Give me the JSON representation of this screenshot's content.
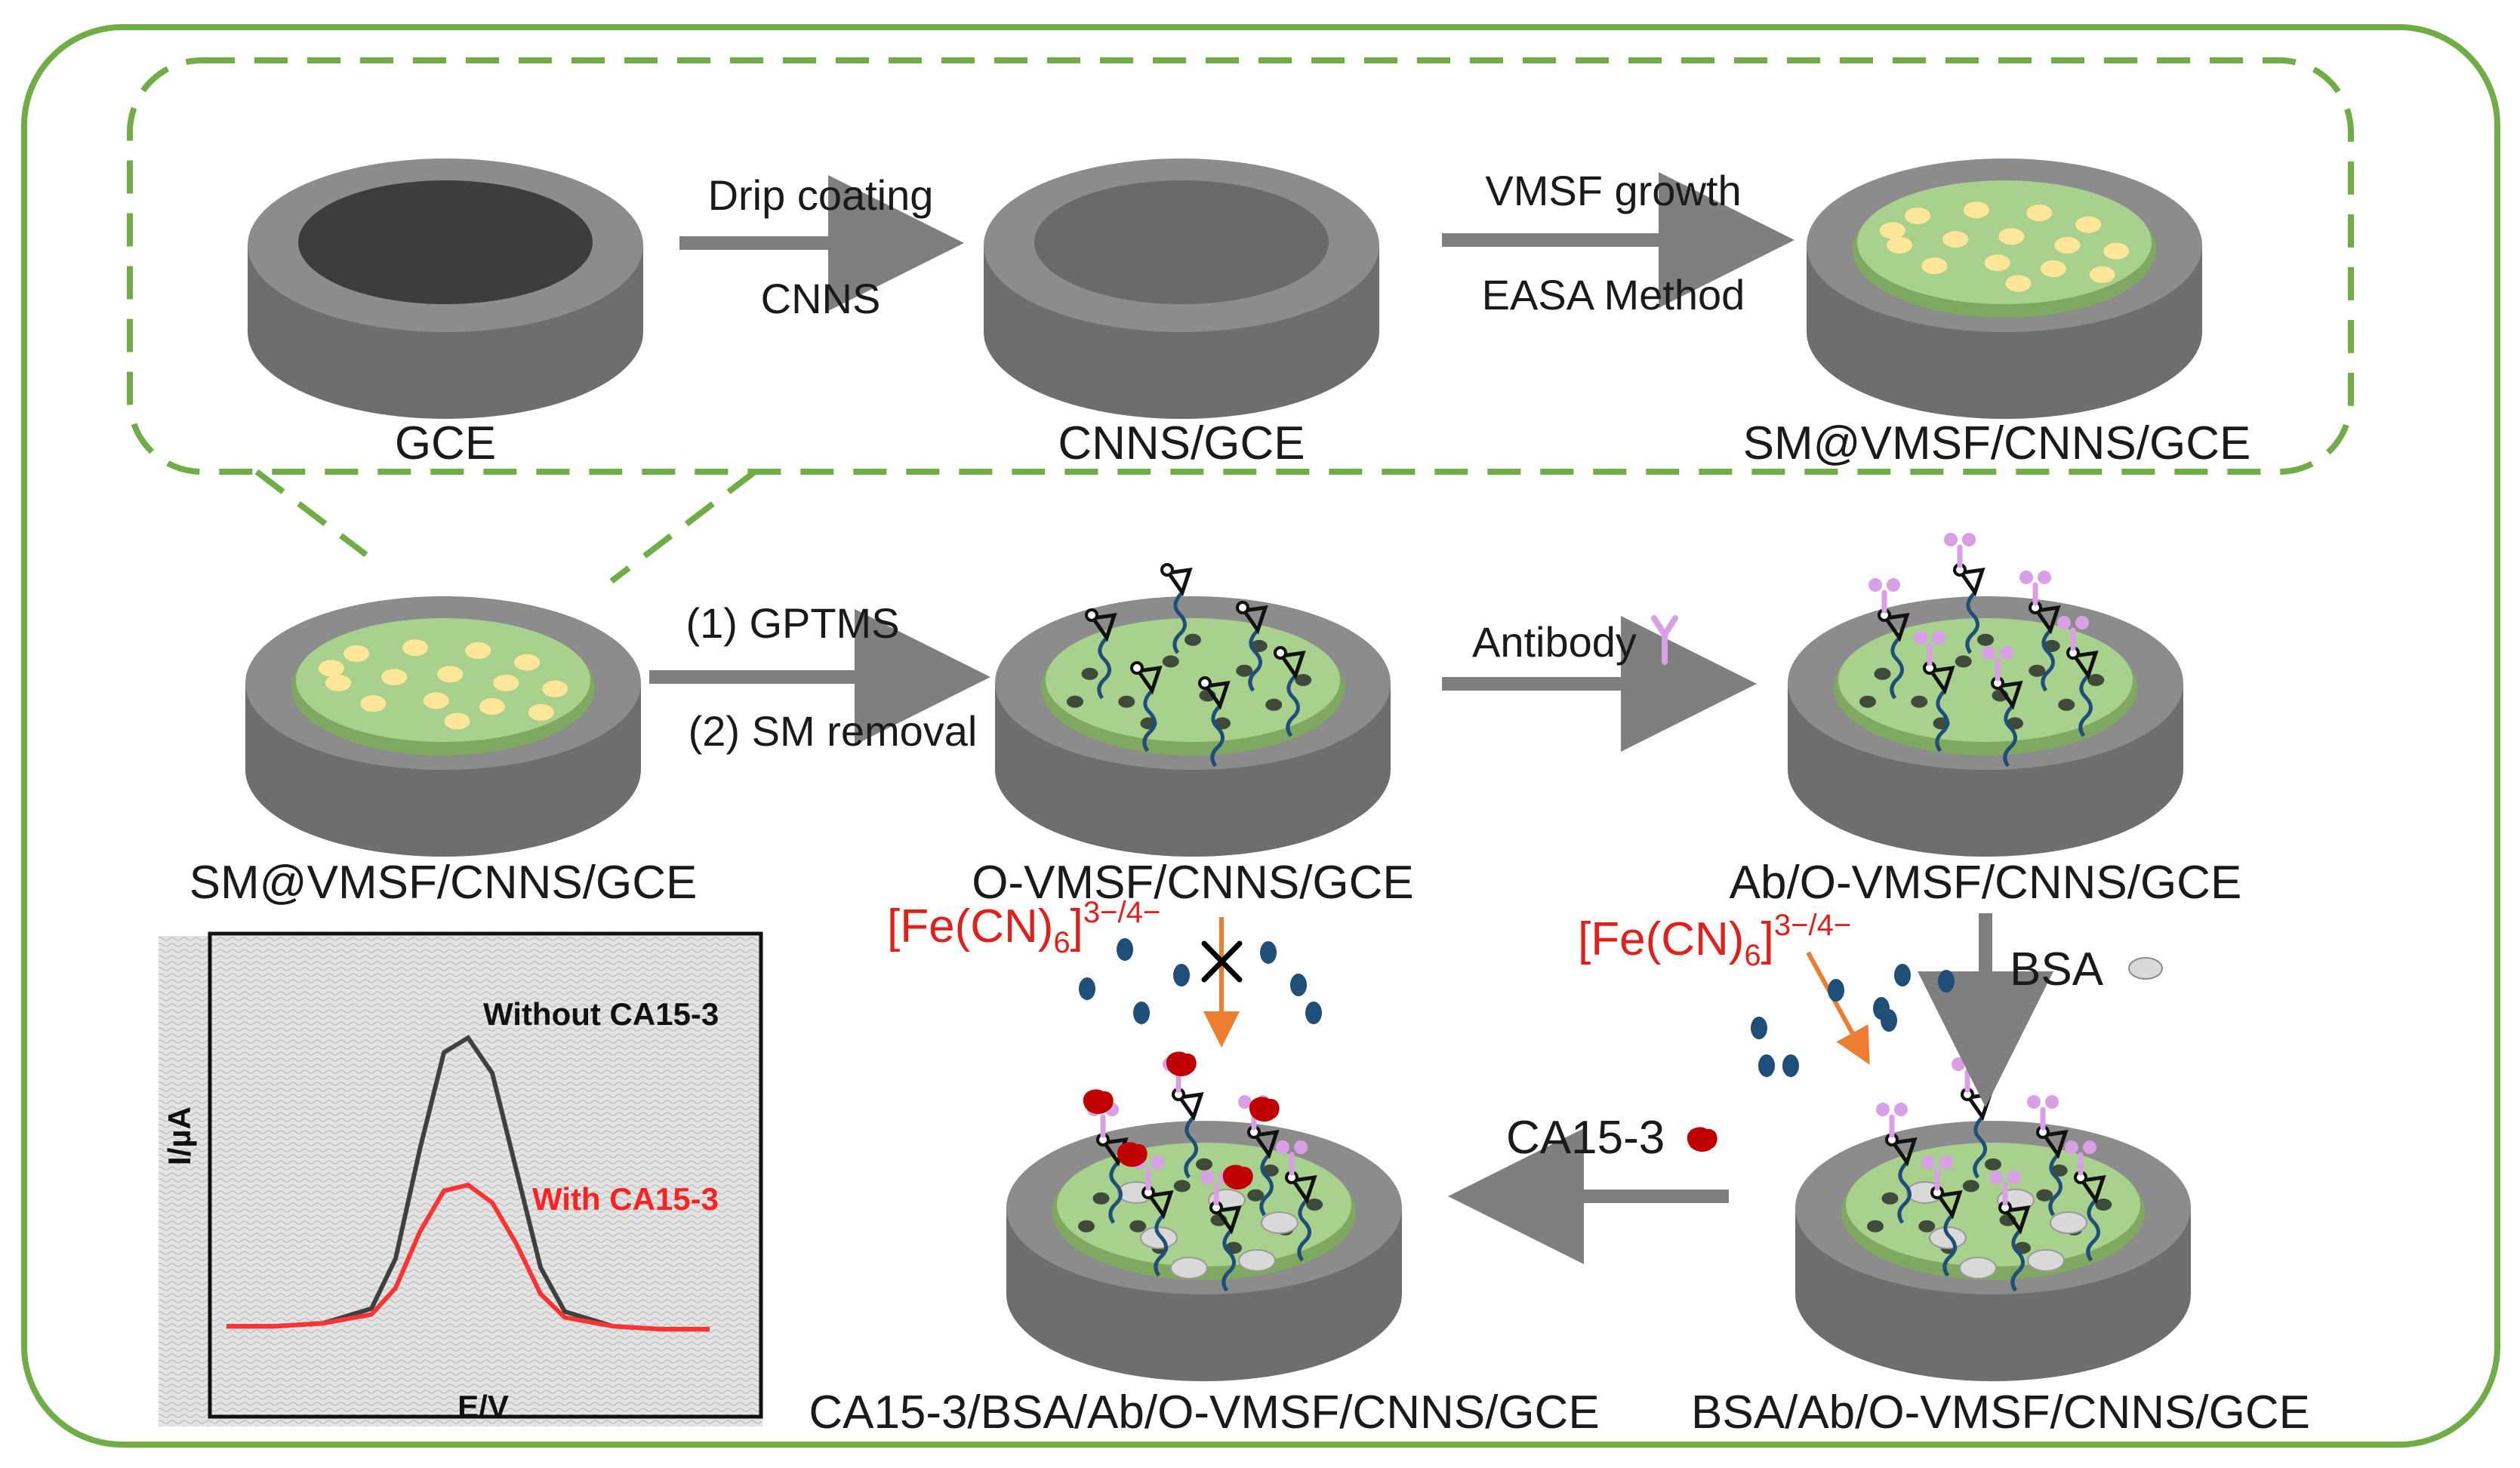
{
  "colors": {
    "frame_green": "#70ad47",
    "electrode_gray": "#8c8c8c",
    "electrode_dark": "#3d3d3d",
    "film_green": "#a9d18e",
    "template_yellow": "#ffe699",
    "arrow_gray": "#7f7f7f",
    "red_probe": "#e0201b",
    "antibody_pink": "#d9a0e6",
    "analyte_red": "#c00000",
    "orange_arrow": "#ed7d31",
    "probe_blue": "#1f4e79",
    "curve_red": "#ff3333",
    "curve_black": "#404040"
  },
  "electrodes": [
    {
      "label": "GCE",
      "surface": "bare"
    },
    {
      "label": "CNNS/GCE",
      "surface": "cnns"
    },
    {
      "label": "SM@VMSF/CNNS/GCE",
      "surface": "sm_vmsf"
    },
    {
      "label": "SM@VMSF/CNNS/GCE",
      "surface": "sm_vmsf"
    },
    {
      "label": "O-VMSF/CNNS/GCE",
      "surface": "open"
    },
    {
      "label": "Ab/O-VMSF/CNNS/GCE",
      "surface": "ab"
    },
    {
      "label": "BSA/Ab/O-VMSF/CNNS/GCE",
      "surface": "bsa"
    },
    {
      "label": "CA15-3/BSA/Ab/O-VMSF/CNNS/GCE",
      "surface": "ca153"
    }
  ],
  "steps": {
    "drip_top": "Drip coating",
    "drip_bottom": "CNNS",
    "growth_top": "VMSF growth",
    "growth_bottom": "EASA Method",
    "gptms": "(1) GPTMS",
    "sm_removal": "(2) SM removal",
    "antibody": "Antibody",
    "bsa": "BSA",
    "ca153": "CA15-3"
  },
  "probe": {
    "base": "[Fe(CN)",
    "sub": "6",
    "sup": "3−/4−"
  },
  "inset_chart": {
    "xlabel": "E/V",
    "ylabel": "I/µA",
    "legend_black": "Without CA15-3",
    "legend_red": "With CA15-3"
  },
  "chart_data": {
    "type": "line",
    "title": "",
    "xlabel": "E/V",
    "ylabel": "I/µA",
    "x": [
      0,
      0.1,
      0.2,
      0.3,
      0.35,
      0.4,
      0.45,
      0.5,
      0.55,
      0.6,
      0.65,
      0.7,
      0.8,
      0.9,
      1.0
    ],
    "series": [
      {
        "name": "Without CA15-3",
        "values": [
          0.02,
          0.02,
          0.03,
          0.08,
          0.25,
          0.62,
          0.95,
          1.0,
          0.88,
          0.55,
          0.22,
          0.07,
          0.02,
          0.01,
          0.01
        ]
      },
      {
        "name": "With CA15-3",
        "values": [
          0.02,
          0.02,
          0.03,
          0.06,
          0.15,
          0.34,
          0.48,
          0.5,
          0.44,
          0.3,
          0.13,
          0.05,
          0.02,
          0.01,
          0.01
        ]
      }
    ],
    "grid": false,
    "legend": "annotations near curves"
  }
}
